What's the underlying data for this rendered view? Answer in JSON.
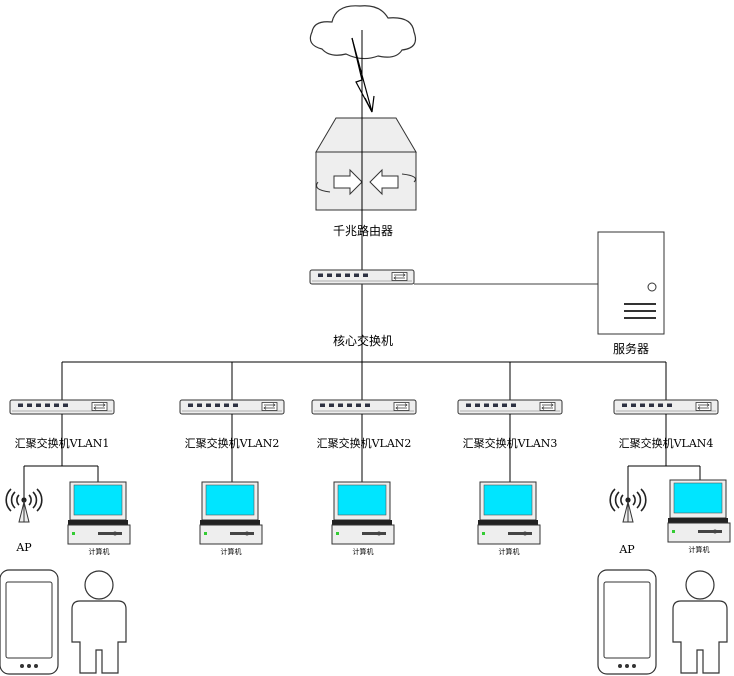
{
  "labels": {
    "router": "千兆路由器",
    "core_switch": "核心交换机",
    "server": "服务器",
    "agg": [
      "汇聚交换机VLAN1",
      "汇聚交换机VLAN2",
      "汇聚交换机VLAN2",
      "汇聚交换机VLAN3",
      "汇聚交换机VLAN4"
    ],
    "ap": "AP",
    "computer": "计算机"
  },
  "colors": {
    "line": "#000000",
    "device_body": "#eeeeee",
    "device_stroke": "#333333",
    "screen": "#00e5ff",
    "port": "#2d3142",
    "led": "#33cc33"
  }
}
